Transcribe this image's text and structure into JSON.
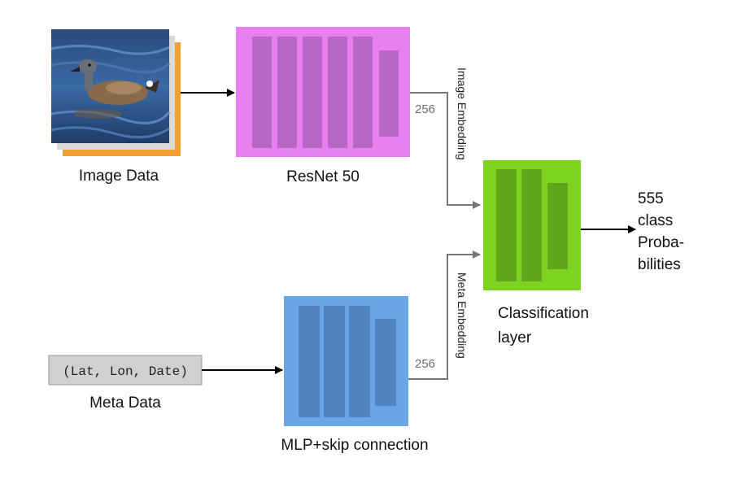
{
  "nodes": {
    "image_data": {
      "label": "Image Data"
    },
    "resnet": {
      "label": "ResNet 50",
      "color": "#e87ff0",
      "inner_color": "#b768c5"
    },
    "classification": {
      "label_line1": "Classification",
      "label_line2": "layer",
      "color": "#7ed321",
      "inner_color": "#5fa61b"
    },
    "mlp": {
      "label": "MLP+skip connection",
      "color": "#6aa5e6",
      "inner_color": "#5283c2"
    },
    "meta_data": {
      "label": "Meta Data",
      "input_text": "(Lat, Lon, Date)"
    }
  },
  "edges": {
    "image_embedding": {
      "label": "Image Embedding",
      "dim": "256"
    },
    "meta_embedding": {
      "label": "Meta Embedding",
      "dim": "256"
    }
  },
  "output": {
    "line1": "555",
    "line2": "class",
    "line3": "Proba-",
    "line4": "bilities"
  },
  "icons": {
    "photo": "duck-photo-icon"
  }
}
